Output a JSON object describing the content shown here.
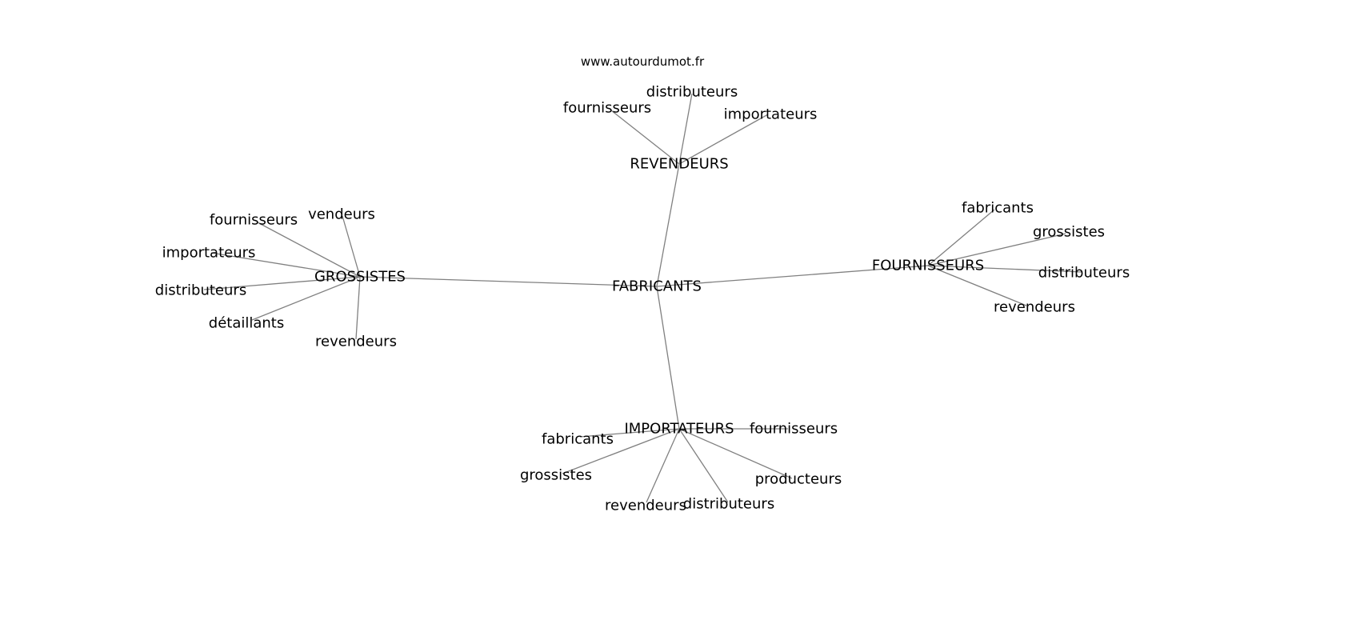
{
  "watermark": "www.autourdumot.fr",
  "center": "FABRICANTS",
  "clusters": [
    {
      "hub": "REVENDEURS",
      "leaves": [
        "fournisseurs",
        "distributeurs",
        "importateurs"
      ]
    },
    {
      "hub": "GROSSISTES",
      "leaves": [
        "fournisseurs",
        "vendeurs",
        "importateurs",
        "distributeurs",
        "détaillants",
        "revendeurs"
      ]
    },
    {
      "hub": "FOURNISSEURS",
      "leaves": [
        "fabricants",
        "grossistes",
        "distributeurs",
        "revendeurs"
      ]
    },
    {
      "hub": "IMPORTATEURS",
      "leaves": [
        "fabricants",
        "fournisseurs",
        "grossistes",
        "revendeurs",
        "distributeurs",
        "producteurs"
      ]
    }
  ],
  "colors": {
    "edge": "#808080",
    "text": "#000000"
  }
}
